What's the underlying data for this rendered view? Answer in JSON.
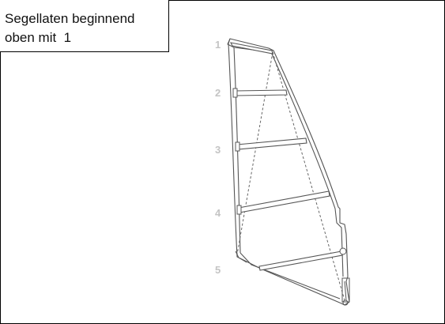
{
  "caption": {
    "line1": "Segellaten beginnend",
    "line2": "oben mit  1"
  },
  "batten_numbers": [
    "1",
    "2",
    "3",
    "4",
    "5"
  ],
  "colors": {
    "frame": "#000000",
    "sail_outline": "#555555",
    "number_gray": "#c4c4c4"
  }
}
